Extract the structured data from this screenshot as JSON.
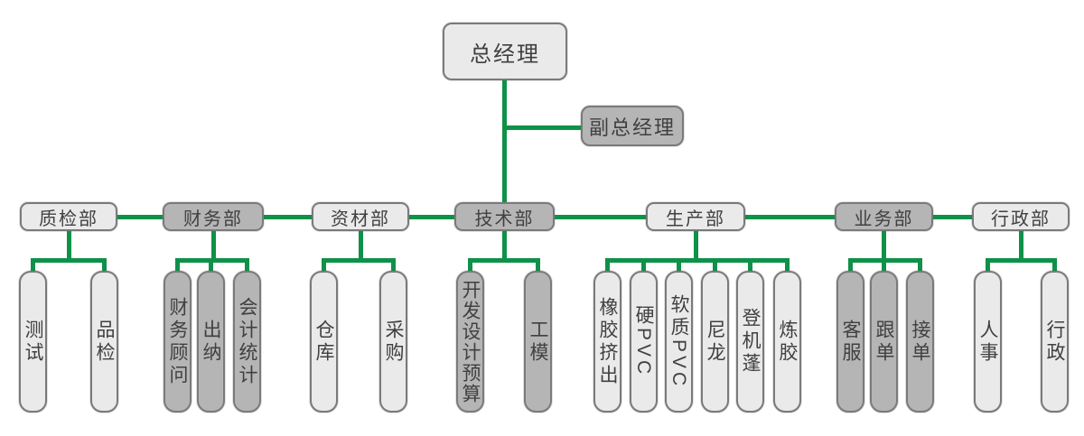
{
  "colors": {
    "connector": "#0e9148",
    "box_light": "#eaeaea",
    "box_dark": "#b5b5b5",
    "border": "#7a7a7a",
    "text": "#404040"
  },
  "root": {
    "label": "总经理"
  },
  "deputy": {
    "label": "副总经理"
  },
  "departments": [
    {
      "label": "质检部",
      "tone": "light",
      "children": [
        {
          "label": "测试"
        },
        {
          "label": "品检"
        }
      ]
    },
    {
      "label": "财务部",
      "tone": "dark",
      "children": [
        {
          "label": "财务顾问"
        },
        {
          "label": "出纳"
        },
        {
          "label": "会计统计"
        }
      ]
    },
    {
      "label": "资材部",
      "tone": "light",
      "children": [
        {
          "label": "仓库"
        },
        {
          "label": "采购"
        }
      ]
    },
    {
      "label": "技术部",
      "tone": "dark",
      "children": [
        {
          "label": "开发设计预算"
        },
        {
          "label": "工模"
        }
      ]
    },
    {
      "label": "生产部",
      "tone": "light",
      "children": [
        {
          "label": "橡胶挤出"
        },
        {
          "label": "硬PVC"
        },
        {
          "label": "软质PVC"
        },
        {
          "label": "尼龙"
        },
        {
          "label": "登机蓬"
        },
        {
          "label": "炼胶"
        }
      ]
    },
    {
      "label": "业务部",
      "tone": "dark",
      "children": [
        {
          "label": "客服"
        },
        {
          "label": "跟单"
        },
        {
          "label": "接单"
        }
      ]
    },
    {
      "label": "行政部",
      "tone": "light",
      "children": [
        {
          "label": "人事"
        },
        {
          "label": "行政"
        }
      ]
    }
  ]
}
